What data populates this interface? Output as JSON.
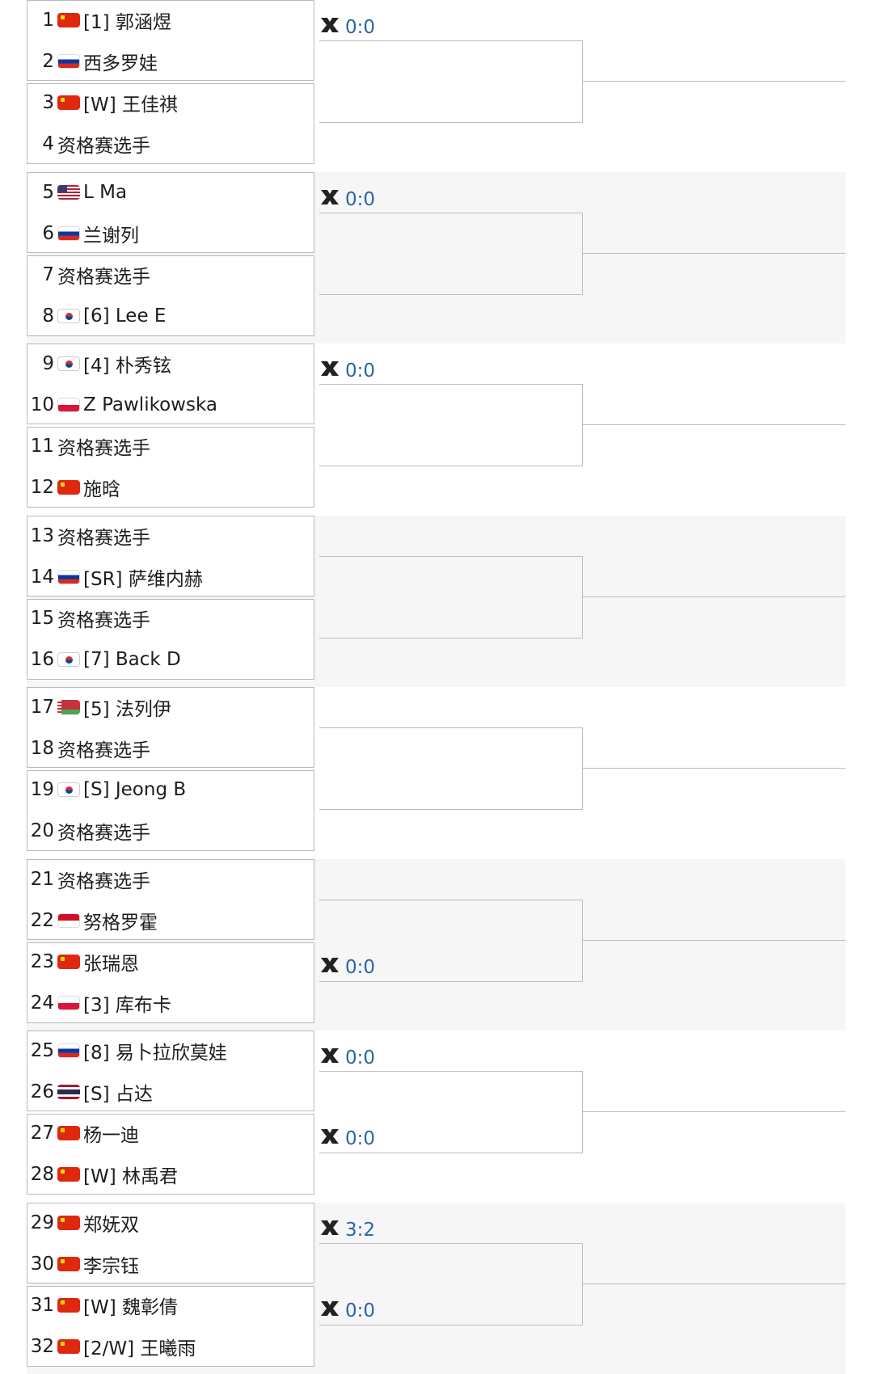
{
  "sections": [
    {
      "score_top": "0:0",
      "score_bottom": "",
      "players": [
        {
          "seed": "1",
          "flag": "cn",
          "name": "[1] 郭涵煜"
        },
        {
          "seed": "2",
          "flag": "ru",
          "name": "西多罗娃"
        },
        {
          "seed": "3",
          "flag": "cn",
          "name": "[W] 王佳祺"
        },
        {
          "seed": "4",
          "flag": "",
          "name": "资格赛选手"
        }
      ]
    },
    {
      "score_top": "0:0",
      "score_bottom": "",
      "players": [
        {
          "seed": "5",
          "flag": "us",
          "name": "L Ma"
        },
        {
          "seed": "6",
          "flag": "ru",
          "name": "兰谢列"
        },
        {
          "seed": "7",
          "flag": "",
          "name": "资格赛选手"
        },
        {
          "seed": "8",
          "flag": "kr",
          "name": "[6] Lee E"
        }
      ]
    },
    {
      "score_top": "0:0",
      "score_bottom": "",
      "players": [
        {
          "seed": "9",
          "flag": "kr",
          "name": "[4] 朴秀铉"
        },
        {
          "seed": "10",
          "flag": "pl",
          "name": "Z Pawlikowska"
        },
        {
          "seed": "11",
          "flag": "",
          "name": "资格赛选手"
        },
        {
          "seed": "12",
          "flag": "cn",
          "name": "施晗"
        }
      ]
    },
    {
      "score_top": "",
      "score_bottom": "",
      "players": [
        {
          "seed": "13",
          "flag": "",
          "name": "资格赛选手"
        },
        {
          "seed": "14",
          "flag": "ru",
          "name": "[SR] 萨维内赫"
        },
        {
          "seed": "15",
          "flag": "",
          "name": "资格赛选手"
        },
        {
          "seed": "16",
          "flag": "kr",
          "name": "[7] Back D"
        }
      ]
    },
    {
      "score_top": "",
      "score_bottom": "",
      "players": [
        {
          "seed": "17",
          "flag": "by",
          "name": "[5] 法列伊"
        },
        {
          "seed": "18",
          "flag": "",
          "name": "资格赛选手"
        },
        {
          "seed": "19",
          "flag": "kr",
          "name": "[S] Jeong B"
        },
        {
          "seed": "20",
          "flag": "",
          "name": "资格赛选手"
        }
      ]
    },
    {
      "score_top": "",
      "score_bottom": "0:0",
      "players": [
        {
          "seed": "21",
          "flag": "",
          "name": "资格赛选手"
        },
        {
          "seed": "22",
          "flag": "id",
          "name": "努格罗霍"
        },
        {
          "seed": "23",
          "flag": "cn",
          "name": "张瑞恩"
        },
        {
          "seed": "24",
          "flag": "pl",
          "name": "[3] 库布卡"
        }
      ]
    },
    {
      "score_top": "0:0",
      "score_bottom": "0:0",
      "players": [
        {
          "seed": "25",
          "flag": "ru",
          "name": "[8] 易卜拉欣莫娃"
        },
        {
          "seed": "26",
          "flag": "th",
          "name": "[S] 占达"
        },
        {
          "seed": "27",
          "flag": "cn",
          "name": "杨一迪"
        },
        {
          "seed": "28",
          "flag": "cn",
          "name": "[W] 林禹君"
        }
      ]
    },
    {
      "score_top": "3:2",
      "score_bottom": "0:0",
      "players": [
        {
          "seed": "29",
          "flag": "cn",
          "name": "郑妩双"
        },
        {
          "seed": "30",
          "flag": "cn",
          "name": "李宗钰"
        },
        {
          "seed": "31",
          "flag": "cn",
          "name": "[W] 魏彰倩"
        },
        {
          "seed": "32",
          "flag": "cn",
          "name": "[2/W] 王曦雨"
        }
      ]
    }
  ]
}
